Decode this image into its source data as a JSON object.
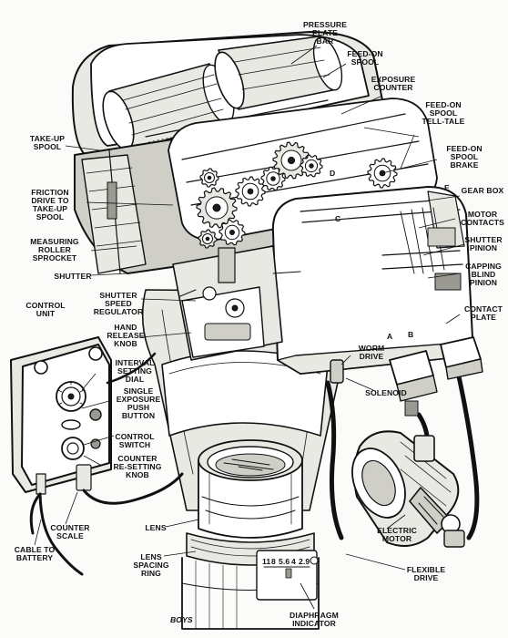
{
  "labels": [
    {
      "id": "pressure-plate-bar",
      "lines": [
        "PRESSURE",
        "PLATE",
        "BAR"
      ]
    },
    {
      "id": "feed-on-spool",
      "lines": [
        "FEED-ON",
        "SPOOL"
      ]
    },
    {
      "id": "exposure-counter",
      "lines": [
        "EXPOSURE",
        "COUNTER"
      ]
    },
    {
      "id": "feed-on-spool-tell-tale",
      "lines": [
        "FEED-ON",
        "SPOOL",
        "TELL-TALE"
      ]
    },
    {
      "id": "take-up-spool",
      "lines": [
        "TAKE-UP",
        "SPOOL"
      ]
    },
    {
      "id": "feed-on-spool-brake",
      "lines": [
        "FEED-ON",
        "SPOOL",
        "BRAKE"
      ]
    },
    {
      "id": "friction-drive",
      "lines": [
        "FRICTION",
        "DRIVE TO",
        "TAKE-UP",
        "SPOOL"
      ]
    },
    {
      "id": "gear-box",
      "lines": [
        "GEAR BOX"
      ]
    },
    {
      "id": "motor-contacts",
      "lines": [
        "MOTOR",
        "CONTACTS"
      ]
    },
    {
      "id": "measuring-roller-sprocket",
      "lines": [
        "MEASURING",
        "ROLLER",
        "SPROCKET"
      ]
    },
    {
      "id": "shutter-pinion",
      "lines": [
        "SHUTTER",
        "PINION"
      ]
    },
    {
      "id": "shutter",
      "lines": [
        "SHUTTER"
      ]
    },
    {
      "id": "capping-blind-pinion",
      "lines": [
        "CAPPING",
        "BLIND",
        "PINION"
      ]
    },
    {
      "id": "control-unit",
      "lines": [
        "CONTROL",
        "UNIT"
      ]
    },
    {
      "id": "shutter-speed-regulator",
      "lines": [
        "SHUTTER",
        "SPEED",
        "REGULATOR"
      ]
    },
    {
      "id": "contact-plate",
      "lines": [
        "CONTACT",
        "PLATE"
      ]
    },
    {
      "id": "hand-release-knob",
      "lines": [
        "HAND",
        "RELEASE",
        "KNOB"
      ]
    },
    {
      "id": "interval-setting-dial",
      "lines": [
        "INTERVAL",
        "SETTING",
        "DIAL"
      ]
    },
    {
      "id": "worm-drive",
      "lines": [
        "WORM",
        "DRIVE"
      ]
    },
    {
      "id": "single-exposure-push-button",
      "lines": [
        "SINGLE",
        "EXPOSURE",
        "PUSH",
        "BUTTON"
      ]
    },
    {
      "id": "solenoid",
      "lines": [
        "SOLENOID"
      ]
    },
    {
      "id": "control-switch",
      "lines": [
        "CONTROL",
        "SWITCH"
      ]
    },
    {
      "id": "counter-re-setting-knob",
      "lines": [
        "COUNTER",
        "RE-SETTING",
        "KNOB"
      ]
    },
    {
      "id": "counter-scale",
      "lines": [
        "COUNTER",
        "SCALE"
      ]
    },
    {
      "id": "lens",
      "lines": [
        "LENS"
      ]
    },
    {
      "id": "electric-motor",
      "lines": [
        "ELECTRIC",
        "MOTOR"
      ]
    },
    {
      "id": "cable-to-battery",
      "lines": [
        "CABLE TO",
        "BATTERY"
      ]
    },
    {
      "id": "lens-spacing-ring",
      "lines": [
        "LENS",
        "SPACING",
        "RING"
      ]
    },
    {
      "id": "flexible-drive",
      "lines": [
        "FLEXIBLE",
        "DRIVE"
      ]
    },
    {
      "id": "diaphragm-indicator",
      "lines": [
        "DIAPHRAGM",
        "INDICATOR"
      ]
    }
  ],
  "letters": [
    {
      "id": "letter-a",
      "text": "A"
    },
    {
      "id": "letter-b",
      "text": "B"
    },
    {
      "id": "letter-c",
      "text": "C"
    },
    {
      "id": "letter-d",
      "text": "D"
    },
    {
      "id": "letter-e",
      "text": "E"
    }
  ],
  "diaphragm_scale": [
    "11",
    "8",
    "5.6",
    "4",
    "2.9"
  ],
  "signature": "BOYS"
}
